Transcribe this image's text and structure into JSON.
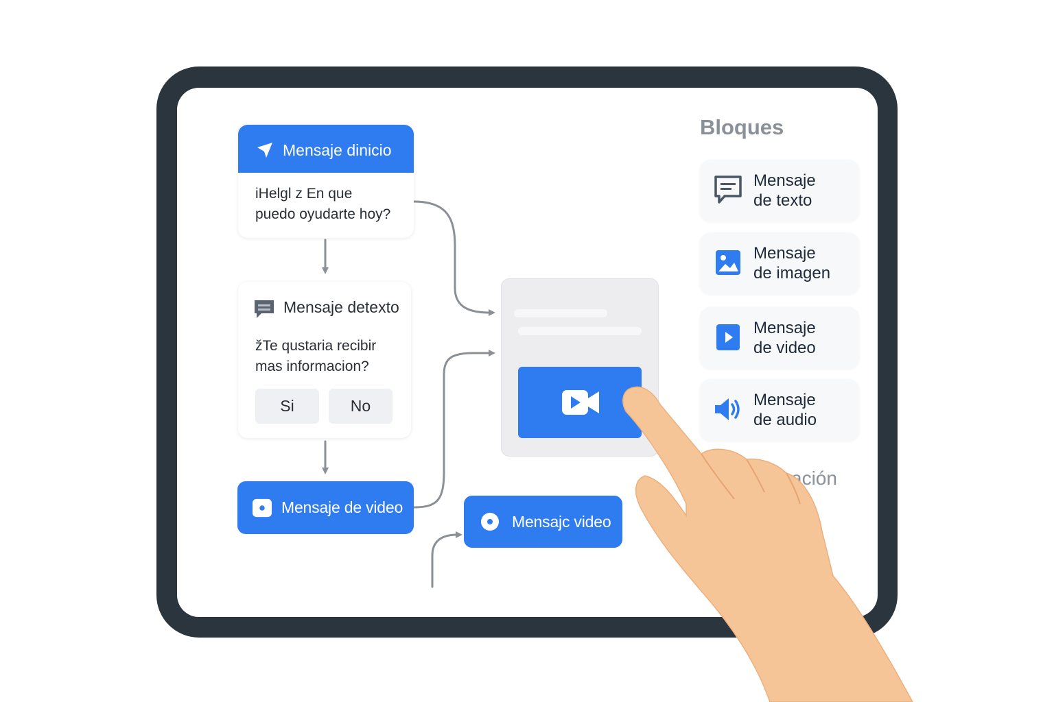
{
  "flow": {
    "start_node": {
      "title": "Mensaje dinicio",
      "body_line1": "iHelgl z En que",
      "body_line2": "puedo oyudarte hoy?"
    },
    "text_node": {
      "title": "Mensaje detexto",
      "body_line1": "žTe qustaria recibir",
      "body_line2": "mas informacion?",
      "options": [
        "Si",
        "No"
      ]
    },
    "video_node": {
      "title": "Mensaje de video"
    },
    "video_node_2": {
      "title": "Mensajc video"
    }
  },
  "sidebar": {
    "title": "Bloques",
    "blocks": [
      {
        "line1": "Mensaje",
        "line2": "de texto",
        "icon": "chat-icon"
      },
      {
        "line1": "Mensaje",
        "line2": "de imagen",
        "icon": "image-icon"
      },
      {
        "line1": "Mensaje",
        "line2": "de video",
        "icon": "play-icon"
      },
      {
        "line1": "Mensaje",
        "line2": "de audio",
        "icon": "speaker-icon"
      }
    ],
    "partial_label": "ación"
  },
  "colors": {
    "accent": "#2f7bf0",
    "frame": "#2b353e",
    "connector": "#8a9096",
    "skin": "#f6c597"
  }
}
